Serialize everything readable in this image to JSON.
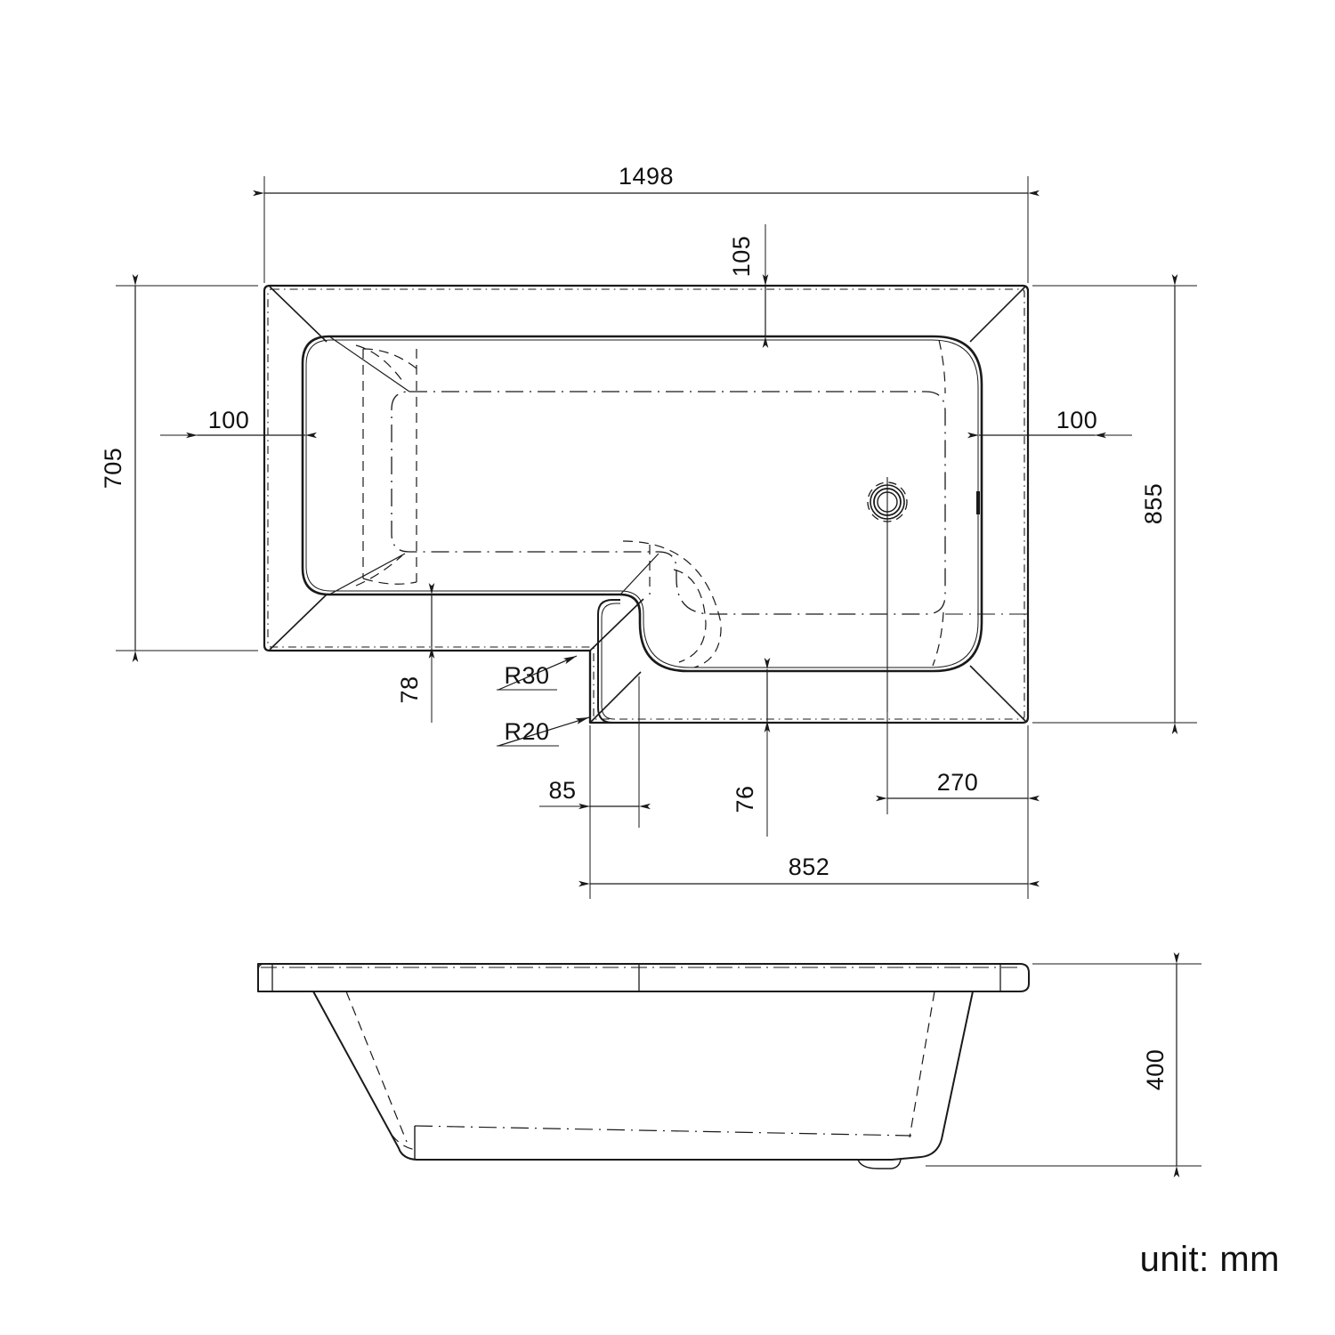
{
  "sheet": {
    "unit_note": "unit: mm",
    "line_color": "#1a1a1a",
    "background": "#ffffff"
  },
  "views": {
    "plan": {
      "name": "top-plan-view"
    },
    "elevation": {
      "name": "side-elevation-view"
    }
  },
  "dimensions": {
    "overall_length": "1498",
    "overall_width_outer": "855",
    "inner_width_left": "705",
    "rim_top": "105",
    "rim_left": "100",
    "rim_right": "100",
    "step_height": "78",
    "step_offset": "85",
    "shelf_width": "76",
    "drain_offset": "270",
    "shower_end_length": "852",
    "radius_large": "R30",
    "radius_small": "R20",
    "height": "400"
  },
  "chart_data": {
    "type": "table",
    "title": "L-shaped shower bath technical drawing",
    "categories": [
      "overall_length",
      "overall_width_outer",
      "inner_width_left",
      "rim_top",
      "rim_left",
      "rim_right",
      "step_height",
      "step_offset",
      "shelf_width",
      "drain_offset",
      "shower_end_length",
      "radius_large",
      "radius_small",
      "height"
    ],
    "values": [
      1498,
      855,
      705,
      105,
      100,
      100,
      78,
      85,
      76,
      270,
      852,
      30,
      20,
      400
    ],
    "units": "mm",
    "xlabel": "",
    "ylabel": ""
  }
}
